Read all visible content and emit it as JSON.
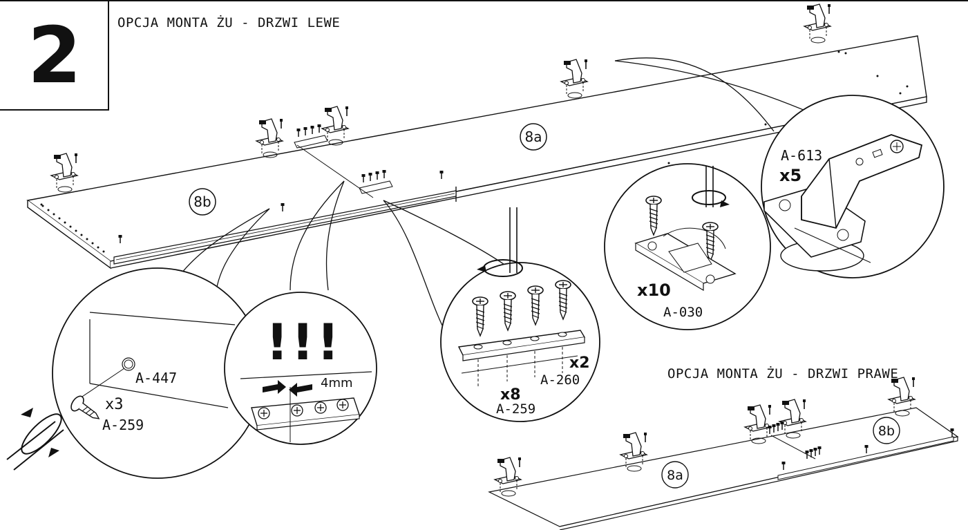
{
  "step": {
    "number": "2"
  },
  "titles": {
    "left_door": "OPCJA MONTA ŻU - DRZWI LEWE",
    "right_door": "OPCJA MONTA ŻU - DRZWI PRAWE"
  },
  "panel_labels": {
    "main_8a": "8a",
    "main_8b": "8b",
    "small_8a": "8a",
    "small_8b": "8b"
  },
  "details": {
    "screw_hole": {
      "part": "A-447",
      "qty": "x3",
      "screw": "A-259"
    },
    "gap_warning": {
      "mark": "!!!",
      "gap": "4mm"
    },
    "plate_screws": {
      "qty_plate": "x2",
      "plate": "A-260",
      "qty_screws": "x8",
      "screw": "A-259"
    },
    "hinge_plate": {
      "qty": "x10",
      "part": "A-030"
    },
    "hinge": {
      "part": "A-613",
      "qty": "x5"
    }
  }
}
